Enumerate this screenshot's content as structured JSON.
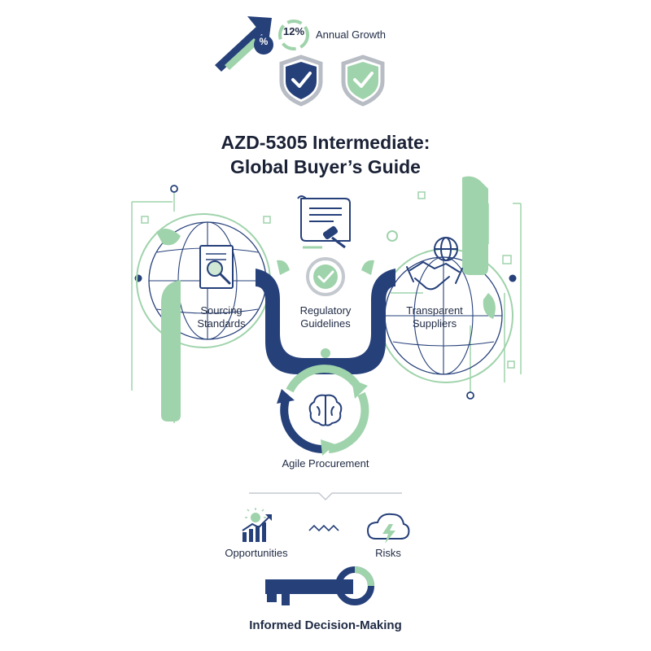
{
  "header": {
    "growth_value": "12%",
    "growth_label": "Annual Growth",
    "percent_symbol": "%"
  },
  "title": {
    "line1": "AZD-5305 Intermediate:",
    "line2": "Global Buyer’s Guide"
  },
  "pillars": {
    "sourcing": [
      "Sourcing",
      "Standards"
    ],
    "regulatory": [
      "Regulatory",
      "Guidelines"
    ],
    "suppliers": [
      "Transparent",
      "Suppliers"
    ]
  },
  "cycle": {
    "label": "Agile Procurement"
  },
  "outcomes": {
    "opportunities": "Opportunities",
    "risks": "Risks"
  },
  "footer": {
    "label": "Informed Decision-Making"
  },
  "colors": {
    "navy": "#26407a",
    "green": "#9fd3ab",
    "green_light": "#cfe9d5",
    "text": "#1f2a44"
  }
}
